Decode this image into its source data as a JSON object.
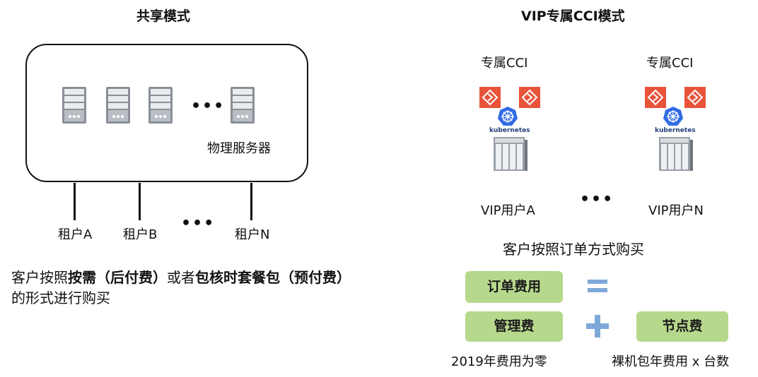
{
  "left": {
    "title": "共享模式",
    "server_label": "物理服务器",
    "ellipsis": "•••",
    "tenants": [
      "租户A",
      "租户B",
      "租户N"
    ],
    "description": {
      "p1": "客户按照",
      "b1": "按需（后付费）",
      "p2": "或者",
      "b2": "包核时套餐包（预付费）",
      "line2": "的形式进行购买"
    }
  },
  "right": {
    "title": "VIP专属CCI模式",
    "dedicated_label": "专属CCI",
    "k8s_text": "kubernetes",
    "users": [
      "VIP用户A",
      "VIP用户N"
    ],
    "ellipsis": "•••",
    "purchase_text": "客户按照订单方式购买",
    "order_fee": "订单费用",
    "management_fee": "管理费",
    "node_fee": "节点费",
    "management_note": "2019年费用为零",
    "node_note": "裸机包年费用 x 台数"
  },
  "colors": {
    "green_box": "#b6d88c",
    "operator_blue": "#7ea8d8",
    "app_red": "#e8533a",
    "k8s_blue": "#326ce5"
  }
}
